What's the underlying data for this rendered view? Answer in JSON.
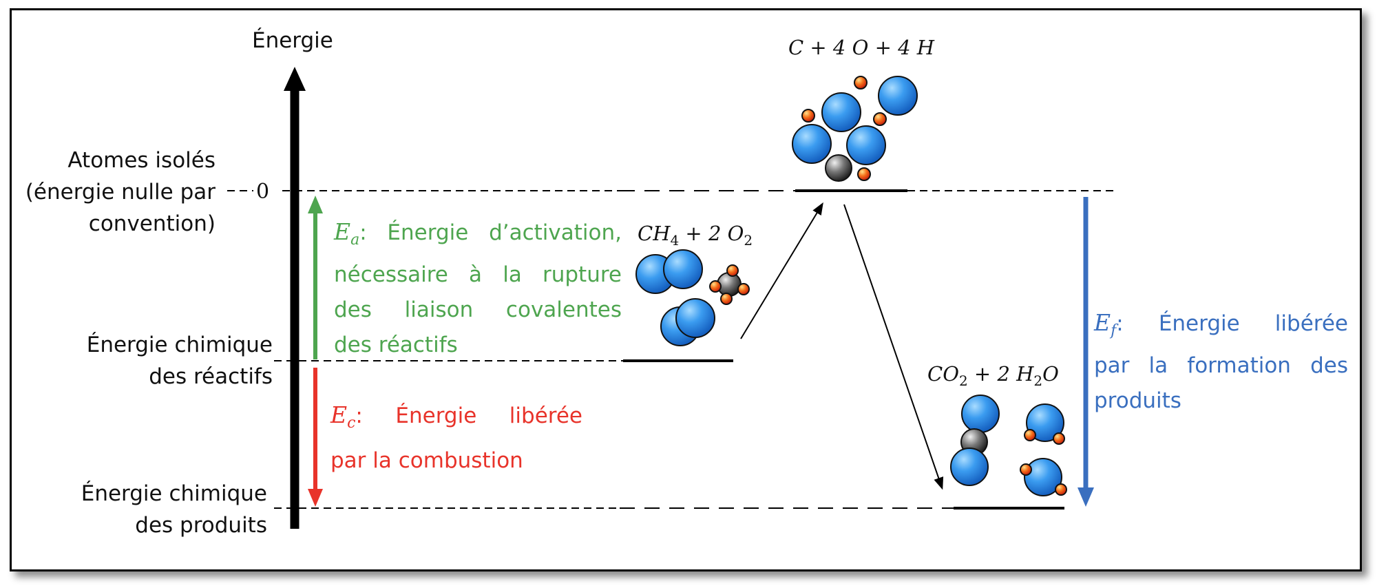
{
  "axis": {
    "title": "Énergie",
    "zero_label": "0"
  },
  "levels": {
    "isolated": [
      "Atomes isolés",
      "(énergie nulle par",
      "convention)"
    ],
    "reactants": [
      "Énergie chimique",
      "des réactifs"
    ],
    "products": [
      "Énergie chimique",
      "des produits"
    ]
  },
  "formulas": {
    "atoms": "C + 4 O + 4 H",
    "reactants": {
      "a": "CH",
      "a_sub": "4",
      "b": " + 2 O",
      "b_sub": "2"
    },
    "products": {
      "a": "CO",
      "a_sub": "2",
      "b": " + 2 H",
      "b_sub": "2",
      "c": "O"
    }
  },
  "energies": {
    "activation": {
      "symbol": "E",
      "sub": "a",
      "lines": [
        ": Énergie d’activation,",
        "nécessaire à la rupture",
        "des liaison covalentes",
        "des réactifs"
      ]
    },
    "combustion": {
      "symbol": "E",
      "sub": "c",
      "lines": [
        ":  Énergie libérée",
        "par la combustion"
      ]
    },
    "formation": {
      "symbol": "E",
      "sub": "f",
      "lines": [
        ":  Énergie libérée",
        "par la formation des",
        "produits"
      ]
    }
  },
  "colors": {
    "activation": "#4ea54f",
    "combustion": "#e8332a",
    "formation": "#3a6fbf",
    "oxygen_atom": "#2f8fe6",
    "hydrogen_atom": "#e8341e",
    "carbon_atom": "#444444"
  }
}
